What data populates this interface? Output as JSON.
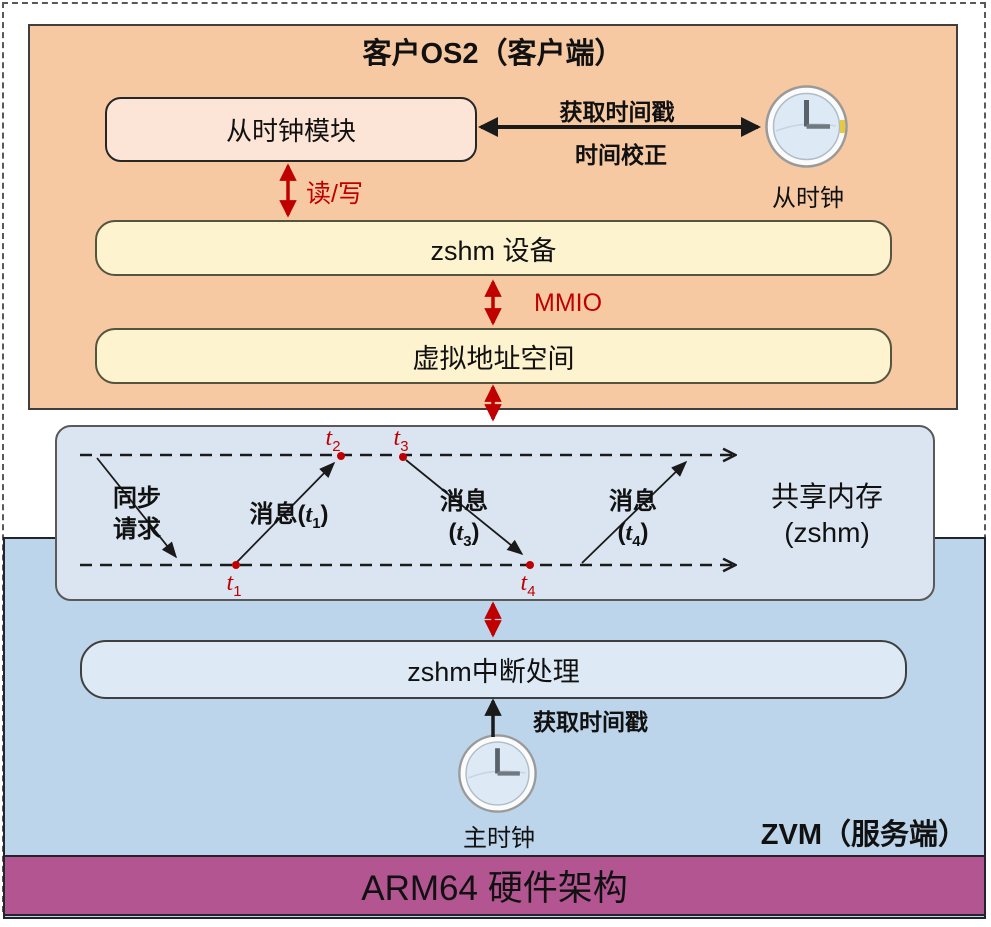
{
  "colors": {
    "client_bg": "#f6c9a3",
    "module_bg": "#fce5d6",
    "yellow_bg": "#fdf3cf",
    "shm_bg": "#dbe5f1",
    "zvm_bg": "#bcd5ea",
    "interrupt_bg": "#dde9f5",
    "arm_bg": "#b25590",
    "arrow_red": "#c00000",
    "arrow_black": "#1a1a1a"
  },
  "client": {
    "title": "客户OS2（客户端）",
    "slave_clock_module": "从时钟模块",
    "get_timestamp": "获取时间戳",
    "time_correction": "时间校正",
    "slave_clock": "从时钟",
    "read_write": "读/写",
    "zshm_device": "zshm 设备",
    "mmio": "MMIO",
    "virtual_address_space": "虚拟地址空间"
  },
  "shm": {
    "sync": {
      "line1": "同步",
      "line2": "请求"
    },
    "msg1": {
      "pre": "消息(",
      "t": "t",
      "sub": "1",
      "post": ")"
    },
    "msg2": {
      "line1": "消息",
      "pre": "(",
      "t": "t",
      "sub": "3",
      "post": ")"
    },
    "msg3": {
      "line1": "消息",
      "pre": "(",
      "t": "t",
      "sub": "4",
      "post": ")"
    },
    "points": {
      "t1": {
        "base": "t",
        "sub": "1"
      },
      "t2": {
        "base": "t",
        "sub": "2"
      },
      "t3": {
        "base": "t",
        "sub": "3"
      },
      "t4": {
        "base": "t",
        "sub": "4"
      }
    },
    "title_line1": "共享内存",
    "title_line2": "(zshm)"
  },
  "zvm": {
    "interrupt_handler": "zshm中断处理",
    "get_timestamp": "获取时间戳",
    "master_clock": "主时钟",
    "label": "ZVM（服务端）"
  },
  "hardware": {
    "label": "ARM64 硬件架构"
  }
}
